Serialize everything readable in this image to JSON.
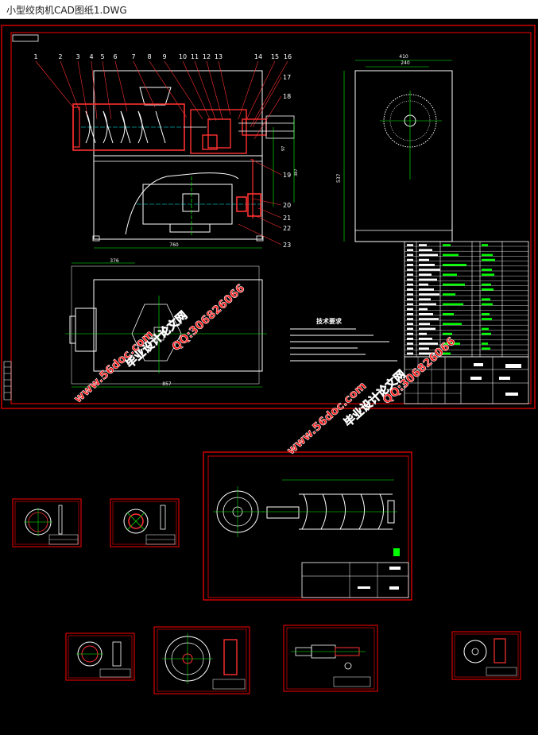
{
  "window": {
    "title": "小型绞肉机CAD图纸1.DWG"
  },
  "colors": {
    "background": "#000000",
    "frame": "#ff0000",
    "line": "#ffffff",
    "cyan": "#00ffff",
    "green": "#00ff00",
    "yellow": "#ffff00",
    "watermark": "#ff1010"
  },
  "main_drawing": {
    "part_numbers": [
      "1",
      "2",
      "3",
      "4",
      "5",
      "6",
      "7",
      "8",
      "9",
      "10",
      "11",
      "12",
      "13",
      "14",
      "15",
      "16",
      "17",
      "18",
      "19",
      "20",
      "21",
      "22",
      "23"
    ],
    "dim_side_width": "760",
    "dim_top_offset": "376",
    "dim_plan_width": "857",
    "dim_end_width": "410",
    "dim_end_inner": "240",
    "dim_end_height": "537",
    "dim_vertical_1": "387",
    "dim_vertical_2": "97",
    "tech_title": "技术要求"
  },
  "watermarks": {
    "qq": "QQ:306826066",
    "site_url": "www.56doc.com",
    "site_name": "毕业设计论文网"
  }
}
